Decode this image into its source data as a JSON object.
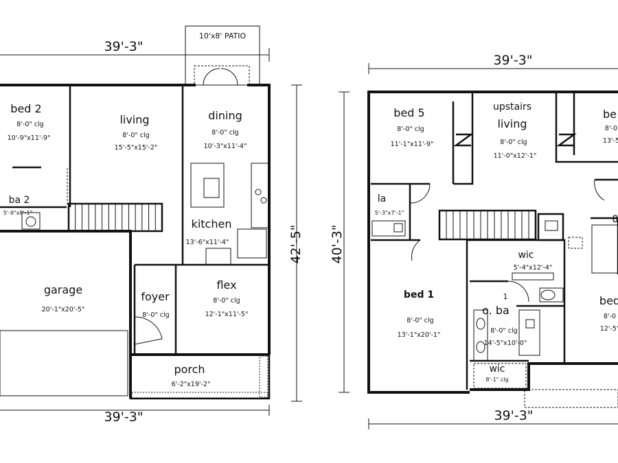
{
  "first_floor": {
    "overall_width_top": "39'-3\"",
    "overall_width_bottom": "39'-3\"",
    "overall_depth": "42'-5\"",
    "patio": "10'x8' PATIO",
    "rooms": {
      "bed2": {
        "name": "bed 2",
        "ceiling": "8'-0\" clg",
        "size": "10'-9\"x11'-9\""
      },
      "ba2": {
        "name": "ba 2",
        "size": "5'-9\"x8'-1\""
      },
      "living": {
        "name": "living",
        "ceiling": "8'-0\" clg",
        "size": "15'-5\"x15'-2\""
      },
      "dining": {
        "name": "dining",
        "ceiling": "8'-0\" clg",
        "size": "10'-3\"x11'-4\""
      },
      "kitchen": {
        "name": "kitchen",
        "size": "13'-6\"x11'-4\""
      },
      "garage": {
        "name": "garage",
        "size": "20'-1\"x20'-5\""
      },
      "foyer": {
        "name": "foyer",
        "ceiling": "8'-0\" clg"
      },
      "flex": {
        "name": "flex",
        "ceiling": "8'-0\" clg",
        "size": "12'-1\"x11'-5\""
      },
      "porch": {
        "name": "porch",
        "size": "6'-2\"x19'-2\""
      }
    }
  },
  "second_floor": {
    "overall_width_top": "39'-3\"",
    "overall_width_bottom": "39'-3\"",
    "overall_depth": "40'-3\"",
    "rooms": {
      "bed5": {
        "name": "bed 5",
        "ceiling": "8'-0\" clg",
        "size": "11'-1\"x11'-9\""
      },
      "upstairs_living": {
        "name_line1": "upstairs",
        "name_line2": "living",
        "ceiling": "8'-0\" clg",
        "size": "11'-0\"x12'-1\""
      },
      "bed_right_top": {
        "name": "be",
        "ceiling": "8'-0",
        "size": "13'-5"
      },
      "laundry": {
        "name": "la",
        "size": "5'-3\"x7'-1\""
      },
      "wic_upper": {
        "name": "wic",
        "size": "5'-4\"x12'-4\""
      },
      "bed1": {
        "name": "bed 1",
        "ceiling": "8'-0\" clg",
        "size": "13'-1\"x20'-1\""
      },
      "bath1": {
        "name": "o. ba",
        "number": "1",
        "ceiling": "8'-0\" clg",
        "size": "14'-5\"x10'-0\""
      },
      "wic_lower": {
        "name": "wic",
        "ceiling": "8'-1\" clg"
      },
      "bed_right_bottom": {
        "name": "bed",
        "ceiling": "8'-0",
        "size": "12'-5\""
      },
      "right_edge_label": "8"
    }
  }
}
